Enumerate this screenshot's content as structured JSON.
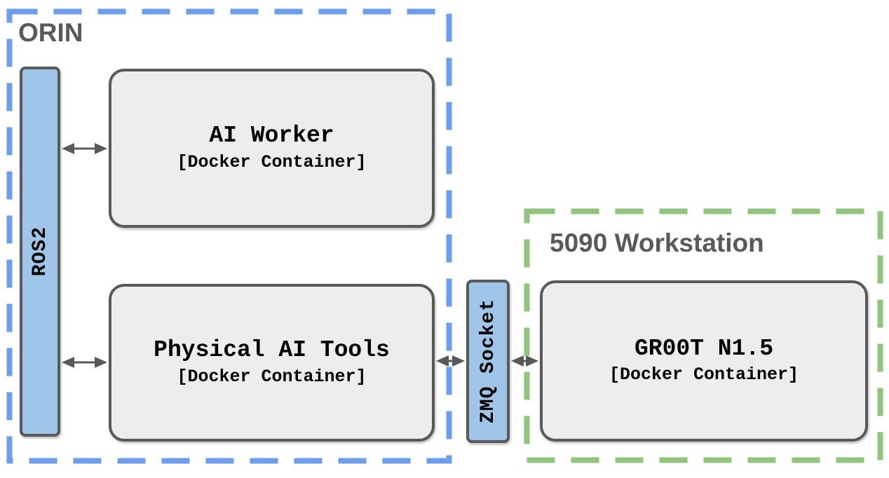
{
  "diagram": {
    "type": "architecture-diagram",
    "groups": [
      {
        "id": "orin",
        "label": "ORIN",
        "border_style": "dashed",
        "border_color": "#6d9eeb"
      },
      {
        "id": "workstation",
        "label": "5090 Workstation",
        "border_style": "dashed",
        "border_color": "#93c47d"
      }
    ],
    "nodes": {
      "ros2": {
        "label": "ROS2",
        "orientation": "vertical",
        "fill": "#9fc5e8",
        "group": "orin"
      },
      "ai_worker": {
        "title": "AI Worker",
        "subtitle": "[Docker Container]",
        "fill": "#ededed",
        "group": "orin"
      },
      "physical_ai_tools": {
        "title": "Physical AI Tools",
        "subtitle": "[Docker Container]",
        "fill": "#ededed",
        "group": "orin"
      },
      "zmq_socket": {
        "label": "ZMQ Socket",
        "orientation": "vertical",
        "fill": "#9fc5e8",
        "group": null
      },
      "groot": {
        "title": "GR00T N1.5",
        "subtitle": "[Docker Container]",
        "fill": "#ededed",
        "group": "workstation"
      }
    },
    "edges": [
      {
        "from": "ros2",
        "to": "ai_worker",
        "bidirectional": true
      },
      {
        "from": "ros2",
        "to": "physical_ai_tools",
        "bidirectional": true
      },
      {
        "from": "physical_ai_tools",
        "to": "zmq_socket",
        "bidirectional": true
      },
      {
        "from": "zmq_socket",
        "to": "groot",
        "bidirectional": true
      }
    ],
    "colors": {
      "orin_dash": "#6d9eeb",
      "workstation_dash": "#93c47d",
      "connector_fill": "#9fc5e8",
      "container_fill": "#ededed",
      "outline": "#595959",
      "group_label_text": "#595959",
      "node_text": "#000000",
      "arrow": "#595959",
      "background": "#ffffff"
    }
  }
}
